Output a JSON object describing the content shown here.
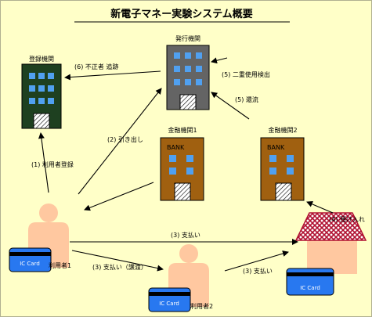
{
  "title": "新電子マネー実験システム概要",
  "nodes": {
    "registration_org": "登録機関",
    "issuing_org": "発行機関",
    "bank1": "金融機関1",
    "bank2": "金融機関2",
    "bank_sign": "BANK",
    "user1": "利用者1",
    "user2": "利用者2",
    "card_label": "IC Card"
  },
  "flows": {
    "f1": "(1) 利用者登録",
    "f2": "(2) 引き出し",
    "f3a": "(3) 支払い",
    "f3b": "(3) 支払い（譲渡）",
    "f3c": "(3) 支払い",
    "f4": "(4) 預け入れ",
    "f5a": "(5) 二重使用検出",
    "f5b": "(5) 還流",
    "f6": "(6) 不正者 追跡"
  },
  "colors": {
    "background": "#ffffc8",
    "registration_building": "#1e4020",
    "issuing_building": "#646464",
    "bank_building": "#a06010",
    "window": "#50a0f0",
    "user_skin": "#ffc8a0",
    "card": "#2878f0",
    "shop_roof": "#b01030"
  }
}
